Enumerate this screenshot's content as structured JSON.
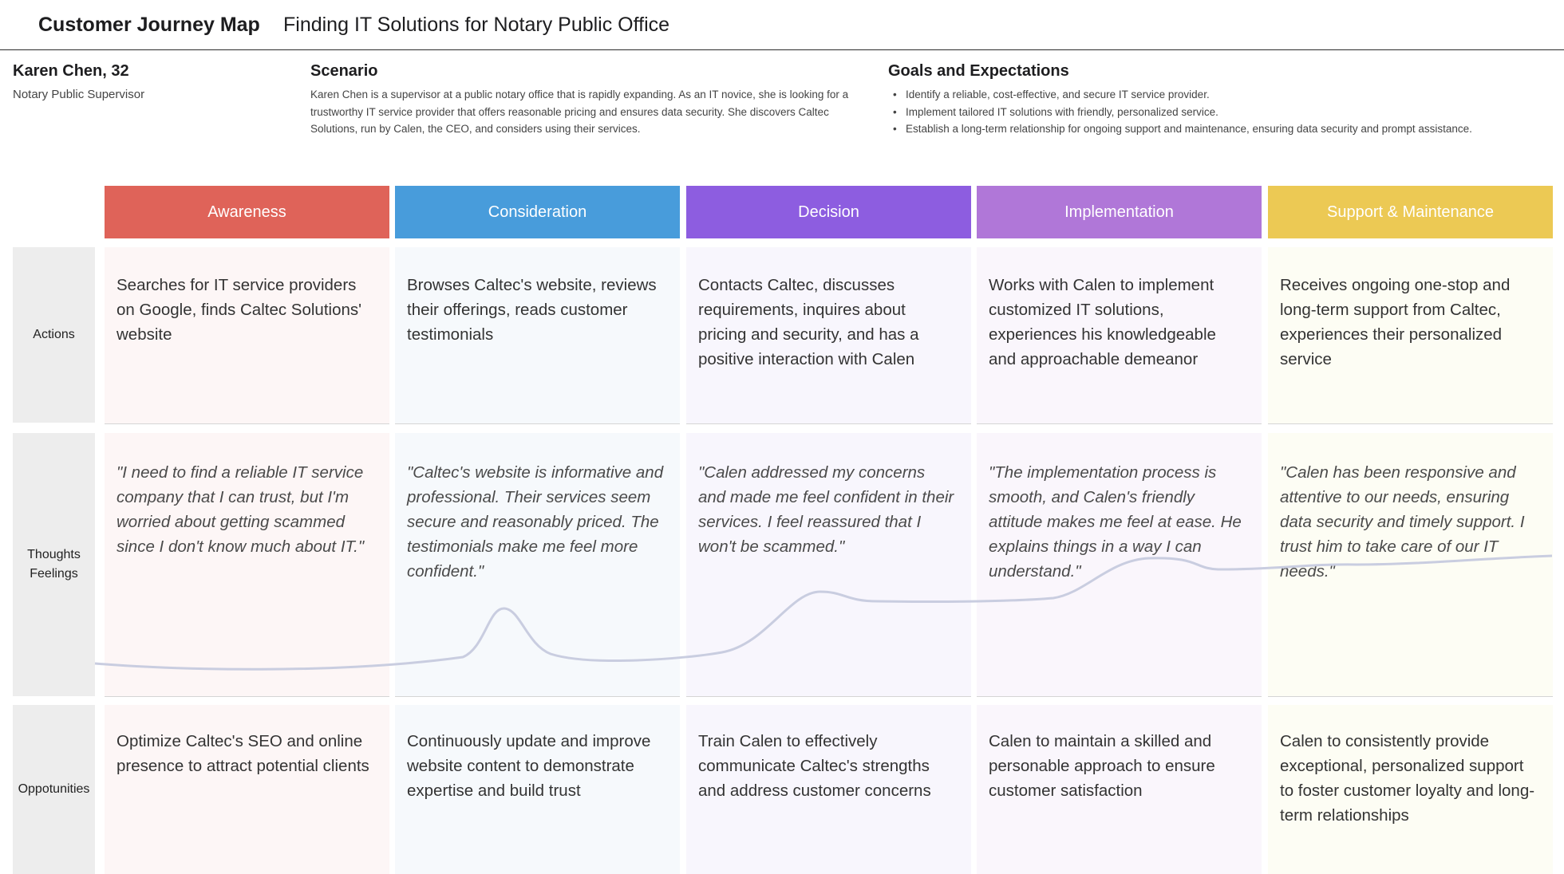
{
  "header": {
    "app_title": "Customer Journey Map",
    "map_title": "Finding IT Solutions for Notary Public Office"
  },
  "persona": {
    "name": "Karen Chen, 32",
    "role": "Notary Public Supervisor"
  },
  "scenario": {
    "title": "Scenario",
    "text": "Karen Chen is a supervisor at a public notary office that is rapidly expanding. As an IT novice, she is looking for a trustworthy IT service provider that offers reasonable pricing and ensures data security. She discovers Caltec Solutions, run by Calen, the CEO, and considers using their services."
  },
  "goals": {
    "title": "Goals and Expectations",
    "items": [
      "Identify a reliable, cost-effective, and secure IT service provider.",
      "Implement tailored IT solutions with friendly, personalized service.",
      "Establish a long-term relationship for ongoing support and maintenance, ensuring data security and prompt assistance."
    ]
  },
  "row_labels": {
    "actions": "Actions",
    "thoughts": "Thoughts\nFeelings",
    "opportunities": "Oppotunities"
  },
  "stages": [
    {
      "name": "Awareness",
      "color": "#df6359",
      "tint": "#fdf6f6",
      "action": "Searches for IT service providers on Google, finds Caltec Solutions' website",
      "thought": "\"I need to find a reliable IT service company that I can trust, but I'm worried about getting scammed since I don't know much about IT.\"",
      "opportunity": "Optimize Caltec's SEO and online presence to attract potential clients"
    },
    {
      "name": "Consideration",
      "color": "#489cdb",
      "tint": "#f6f9fc",
      "action": "Browses Caltec's website, reviews their offerings, reads customer testimonials",
      "thought": "\"Caltec's website is informative and professional. Their services seem secure and reasonably priced. The testimonials make me feel more confident.\"",
      "opportunity": "Continuously update and improve website content to demonstrate expertise and build trust"
    },
    {
      "name": "Decision",
      "color": "#8d5de0",
      "tint": "#f8f6fd",
      "action": "Contacts Caltec, discusses requirements, inquires about pricing and security, and has a positive interaction with Calen",
      "thought": "\"Calen addressed my concerns and made me feel confident in their services. I feel reassured that I won't be scammed.\"",
      "opportunity": "Train Calen to effectively communicate Caltec's strengths and address customer concerns"
    },
    {
      "name": "Implementation",
      "color": "#b077d8",
      "tint": "#faf6fc",
      "action": "Works with Calen to implement customized IT solutions, experiences his knowledgeable and approachable demeanor",
      "thought": "\"The implementation process is smooth, and Calen's friendly attitude makes me feel at ease. He explains things in a way I can understand.\"",
      "opportunity": "Calen to maintain a skilled and personable approach to ensure customer satisfaction"
    },
    {
      "name": "Support & Maintenance",
      "color": "#ecc954",
      "tint": "#fdfdf4",
      "action": "Receives ongoing one-stop and long-term support from Caltec, experiences their personalized service",
      "thought": "\"Calen has been responsive and attentive to our needs, ensuring data security and timely support. I trust him to take care of our IT needs.\"",
      "opportunity": "Calen to consistently provide exceptional, personalized support to foster customer loyalty and long-term relationships"
    }
  ],
  "emotion_curve": {
    "color": "#c9cde0"
  }
}
